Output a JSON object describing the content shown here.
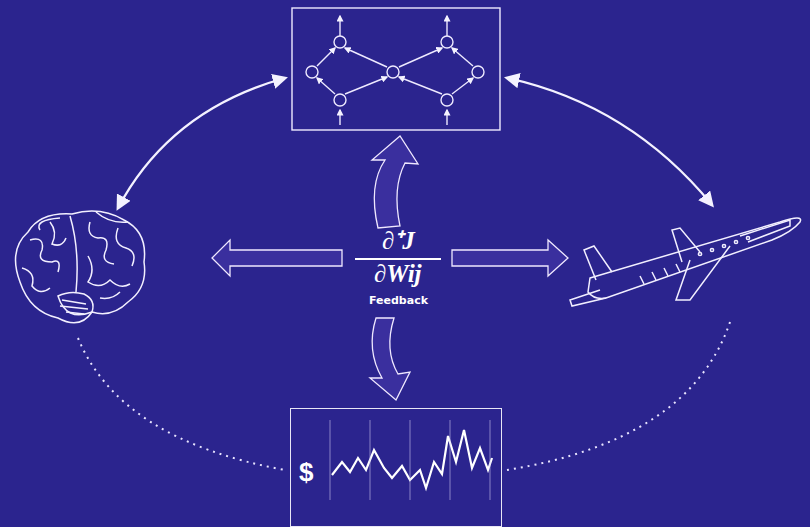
{
  "diagram": {
    "nodes": [
      {
        "text": [
          "$"
        ]
      }
    ],
    "labels": [
      "∂⁺J",
      "∂Wij",
      "Feedback"
    ]
  }
}
